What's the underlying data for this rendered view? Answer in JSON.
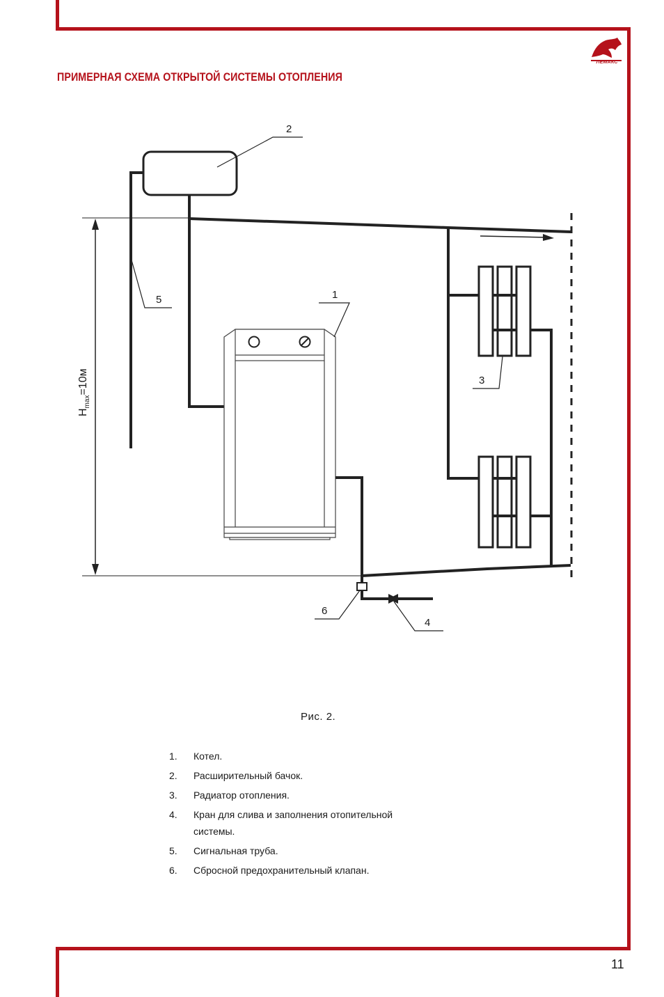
{
  "header": {
    "title": "ПРИМЕРНАЯ СХЕМА ОТКРЫТОЙ СИСТЕМЫ ОТОПЛЕНИЯ",
    "logo_text": "ЛЕМАКС",
    "brand_color": "#b5121b"
  },
  "diagram": {
    "callouts": [
      "1",
      "2",
      "3",
      "4",
      "5",
      "6"
    ],
    "height_label": "H",
    "height_sub": "max",
    "height_value": "=10м"
  },
  "caption": "Рис. 2.",
  "legend": [
    {
      "num": "1.",
      "text": "Котел."
    },
    {
      "num": "2.",
      "text": "Расширительный бачок."
    },
    {
      "num": "3.",
      "text": "Радиатор отопления."
    },
    {
      "num": "4.",
      "text": "Кран для слива и заполнения отопительной системы."
    },
    {
      "num": "5.",
      "text": "Сигнальная труба."
    },
    {
      "num": "6.",
      "text": "Сбросной предохранительный клапан."
    }
  ],
  "page_number": "11"
}
